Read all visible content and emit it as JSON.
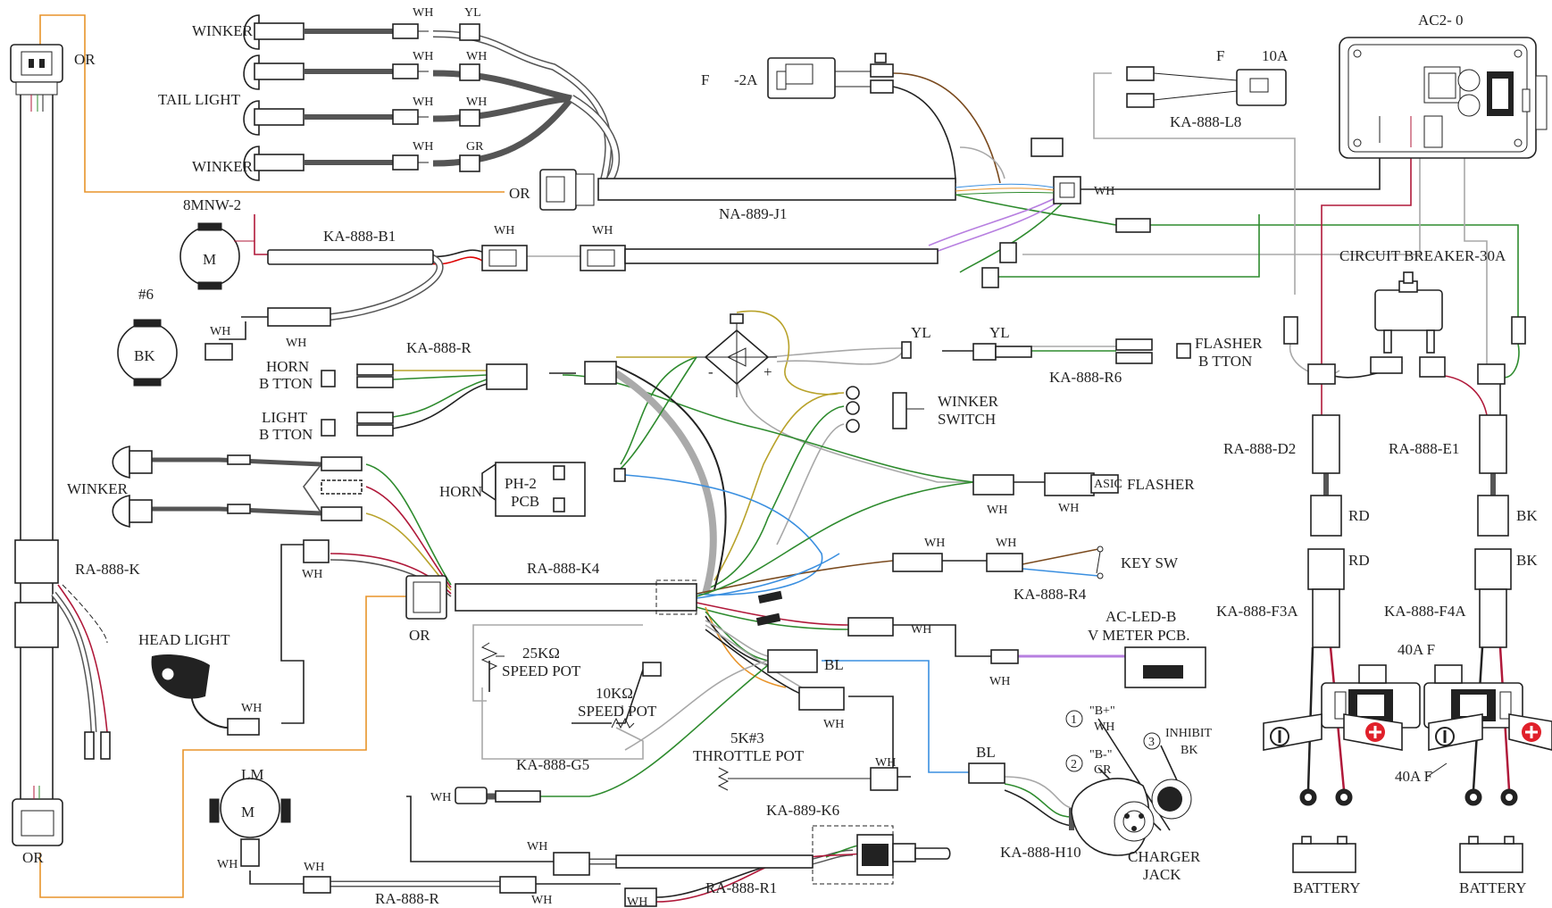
{
  "labels": {
    "winker_top": "WINKER",
    "tail_light": "TAIL LIGHT",
    "winker_mid": "WINKER",
    "wh_rear_1": "WH",
    "wh_rear_2": "WH",
    "wh_rear_3": "WH",
    "wh_rear_4": "WH",
    "yl_rear": "YL",
    "wh_rear_5": "WH",
    "wh_rear_6": "WH",
    "gr_rear": "GR",
    "or_top_left": "OR",
    "or_j1": "OR",
    "fuse_2a_f": "F",
    "fuse_2a_val": "-2A",
    "fuse_10a_f": "F",
    "fuse_10a_val": "10A",
    "ka888_l8": "KA-888-L8",
    "na889_j1": "NA-889-J1",
    "wh_j1": "WH",
    "ac2": "AC2- 0",
    "motor_8mnw": "8MNW-2",
    "motor_m": "M",
    "ka888_b1": "KA-888-B1",
    "wh_b1": "WH",
    "wh_b1_mid": "WH",
    "bk_no6": "#6",
    "bk": "BK",
    "wh_bk": "WH",
    "wh_bk2": "WH",
    "horn_button_1": "HORN",
    "horn_button_2": "B TTON",
    "light_button_1": "LIGHT",
    "light_button_2": "B TTON",
    "ka888_r": "KA-888-R",
    "yl_1": "YL",
    "yl_2": "YL",
    "flasher_button_1": "FLASHER",
    "flasher_button_2": "B TTON",
    "ka888_r6": "KA-888-R6",
    "minus": "-",
    "plus": "+",
    "winker_switch_1": "WINKER",
    "winker_switch_2": "SWITCH",
    "winker_front": "WINKER",
    "horn": "HORN",
    "pcb_1": "PH-2",
    "pcb_2": "PCB",
    "flasher": "FLASHER",
    "asic": "ASIC",
    "wh_flasher_1": "WH",
    "wh_flasher_2": "WH",
    "ra888_k": "RA-888-K",
    "ra888_k4": "RA-888-K4",
    "wh_head": "WH",
    "head_light": "HEAD LIGHT",
    "wh_head2": "WH",
    "or_k4": "OR",
    "wh_key_1": "WH",
    "wh_key_2": "WH",
    "key_sw": "KEY SW",
    "ka888_r4": "KA-888-R4",
    "wh_vmeter": "WH",
    "ac_led_1": "AC-LED-B",
    "ac_led_2": "V METER PCB.",
    "wh_vmeter2": "WH",
    "pot25k": "25KΩ",
    "speed_pot_1": "SPEED POT",
    "pot10k": "10KΩ",
    "speed_pot_2": "SPEED POT",
    "bl_1": "BL",
    "wh_throttle": "WH",
    "ka888_g5": "KA-888-G5",
    "throttle_1": "5K#3",
    "throttle_2": "THROTTLE POT",
    "wh_throttle2": "WH",
    "ka889_k6": "KA-889-K6",
    "lm": "LM",
    "motor_lm": "M",
    "wh_lm": "WH",
    "wh_r_1": "WH",
    "wh_r_2": "WH",
    "ra888_r": "RA-888-R",
    "wh_left_low": "WH",
    "wh_r1": "WH",
    "wh_r1b": "WH",
    "ra888_r1": "RA-888-R1",
    "or_bottom": "OR",
    "bl_2": "BL",
    "ka888_h10": "KA-888-H10",
    "charger_1": "CHARGER",
    "charger_2": "JACK",
    "pin1_num": "1",
    "pin1_a": "\"B+\"",
    "pin1_b": "WH",
    "pin2_num": "2",
    "pin2_a": "\"B-\"",
    "pin2_b": "GR",
    "pin3_num": "3",
    "pin3_a": "INHIBIT",
    "pin3_b": "BK",
    "circuit_breaker": "CIRCUIT BREAKER-30A",
    "ra888_d2": "RA-888-D2",
    "ra888_e1": "RA-888-E1",
    "rd_1": "RD",
    "rd_2": "RD",
    "bk_1": "BK",
    "bk_2": "BK",
    "ka888_f3a": "KA-888-F3A",
    "ka888_f4a": "KA-888-F4A",
    "fuse40_1": "40A F",
    "fuse40_2": "40A F",
    "battery_1": "BATTERY",
    "battery_2": "BATTERY"
  },
  "colors": {
    "background": "#ffffff",
    "ink": "#222222",
    "orange_wire": "#e8942a",
    "green_wire": "#2e8b2e",
    "gray_wire": "#a8a8a8",
    "red_wire": "#b0193a",
    "blue_wire": "#3a8fe0",
    "brown_wire": "#7a4a1e",
    "yellow_wire": "#b8a22a",
    "purple_wire": "#b77fe0",
    "plus_symbol": "#e0202a"
  }
}
